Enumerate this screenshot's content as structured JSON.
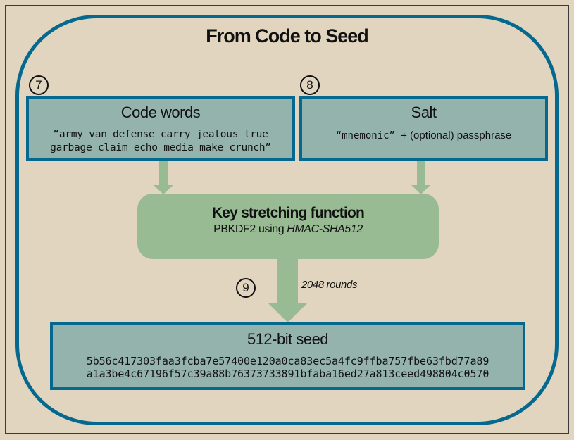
{
  "title": "From Code to Seed",
  "colors": {
    "background": "#e1d5bf",
    "border_blue": "#05698f",
    "box_fill": "#95b3ad",
    "function_green": "#99bb94"
  },
  "steps": {
    "code_words": {
      "number": "7",
      "title": "Code words",
      "line1": "“army van defense carry jealous true",
      "line2": "garbage claim echo media make crunch”"
    },
    "salt": {
      "number": "8",
      "title": "Salt",
      "mono_part": "“mnemonic” +",
      "text_part": " (optional) passphrase"
    },
    "key_stretching": {
      "title": "Key stretching function",
      "subtitle_prefix": "PBKDF2 using ",
      "subtitle_italic": "HMAC-SHA512"
    },
    "rounds": {
      "number": "9",
      "label": "2048 rounds"
    },
    "seed": {
      "title": "512-bit seed",
      "line1": "5b56c417303faa3fcba7e57400e120a0ca83ec5a4fc9ffba757fbe63fbd77a89",
      "line2": "a1a3be4c67196f57c39a88b76373733891bfaba16ed27a813ceed498804c0570"
    }
  }
}
